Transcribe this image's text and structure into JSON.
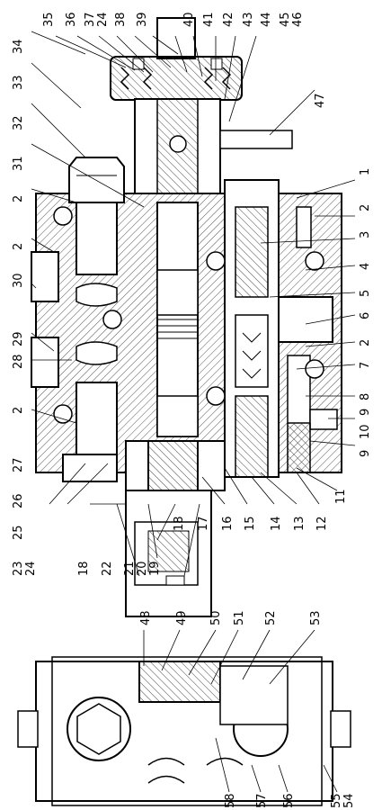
{
  "callouts_top": [
    "35",
    "36",
    "37",
    "24",
    "38",
    "39",
    "40",
    "41",
    "42",
    "43",
    "44",
    "45",
    "46"
  ],
  "callouts_right": [
    "47",
    "1",
    "2",
    "3",
    "4",
    "5",
    "6",
    "2",
    "7",
    "8",
    "9",
    "10",
    "9",
    "11"
  ],
  "callouts_bottom_main": [
    "12",
    "13",
    "14",
    "15",
    "16",
    "17",
    "18",
    "19",
    "20",
    "21",
    "22",
    "18",
    "23",
    "24",
    "25",
    "26",
    "27"
  ],
  "callouts_left": [
    "34",
    "33",
    "32",
    "31",
    "2",
    "2",
    "30",
    "29",
    "28",
    "2"
  ],
  "callouts_top_side": [
    "48",
    "49",
    "50",
    "51",
    "52",
    "53"
  ],
  "callouts_bottom_side": [
    "54",
    "55",
    "56",
    "57",
    "58"
  ],
  "colors": {
    "ink": "#000000",
    "paper": "#ffffff",
    "hatch": "#555555"
  }
}
